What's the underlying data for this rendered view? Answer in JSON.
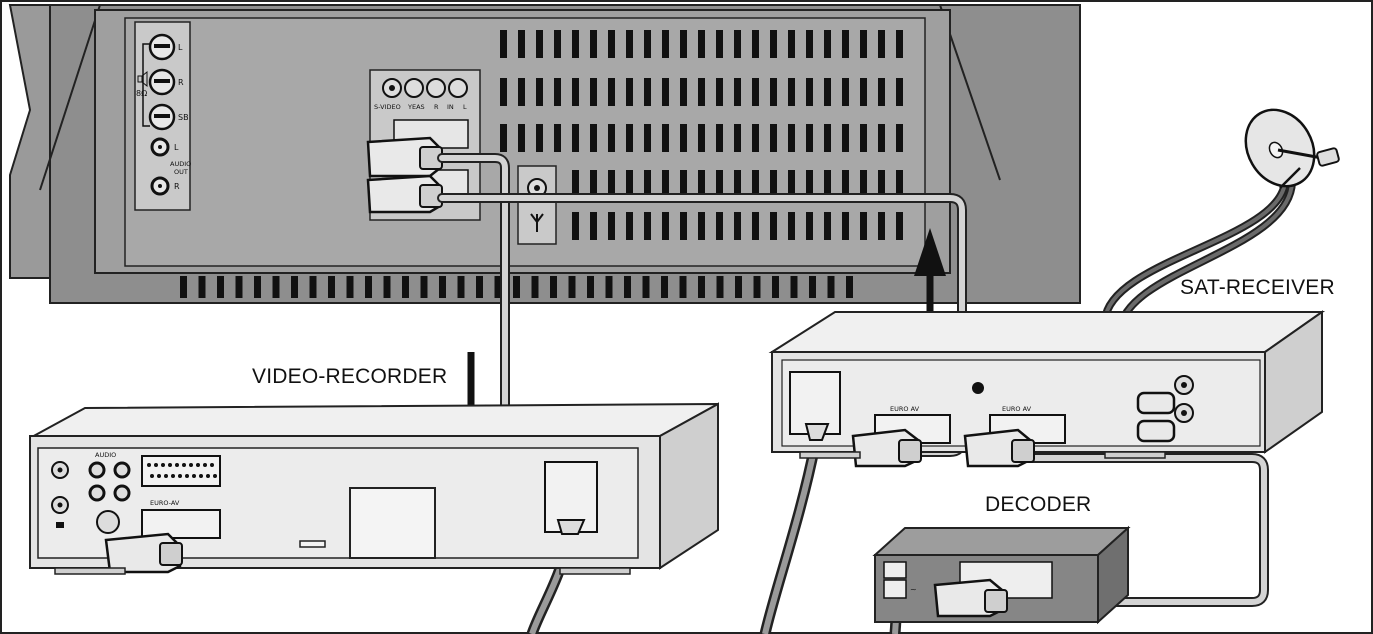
{
  "labels": {
    "video_recorder": "VIDEO-RECORDER",
    "sat_receiver": "SAT-RECEIVER",
    "decoder": "DECODER"
  },
  "tv_panel": {
    "speaker_l": "L",
    "speaker_r": "R",
    "speaker_sb": "SB",
    "impedance": "8Ω",
    "audio_out_l": "L",
    "audio_out_r": "R",
    "audio_out_label_1": "AUDIO",
    "audio_out_label_2": "OUT",
    "jack_labels": [
      "S-VIDEO",
      "YEAS",
      "R",
      "IN",
      "L"
    ]
  },
  "vcr_panel": {
    "audio": "AUDIO",
    "euro_av": "EURO-AV"
  },
  "sat_panel": {
    "euro_av_1": "EURO AV",
    "euro_av_2": "EURO AV"
  },
  "colors": {
    "tv_body": "#8c8c8c",
    "tv_panel": "#b5b5b5",
    "device": "#e2e2e2",
    "cable_light": "#cfcfcf",
    "cable_dark": "#555555",
    "line": "#111111"
  }
}
